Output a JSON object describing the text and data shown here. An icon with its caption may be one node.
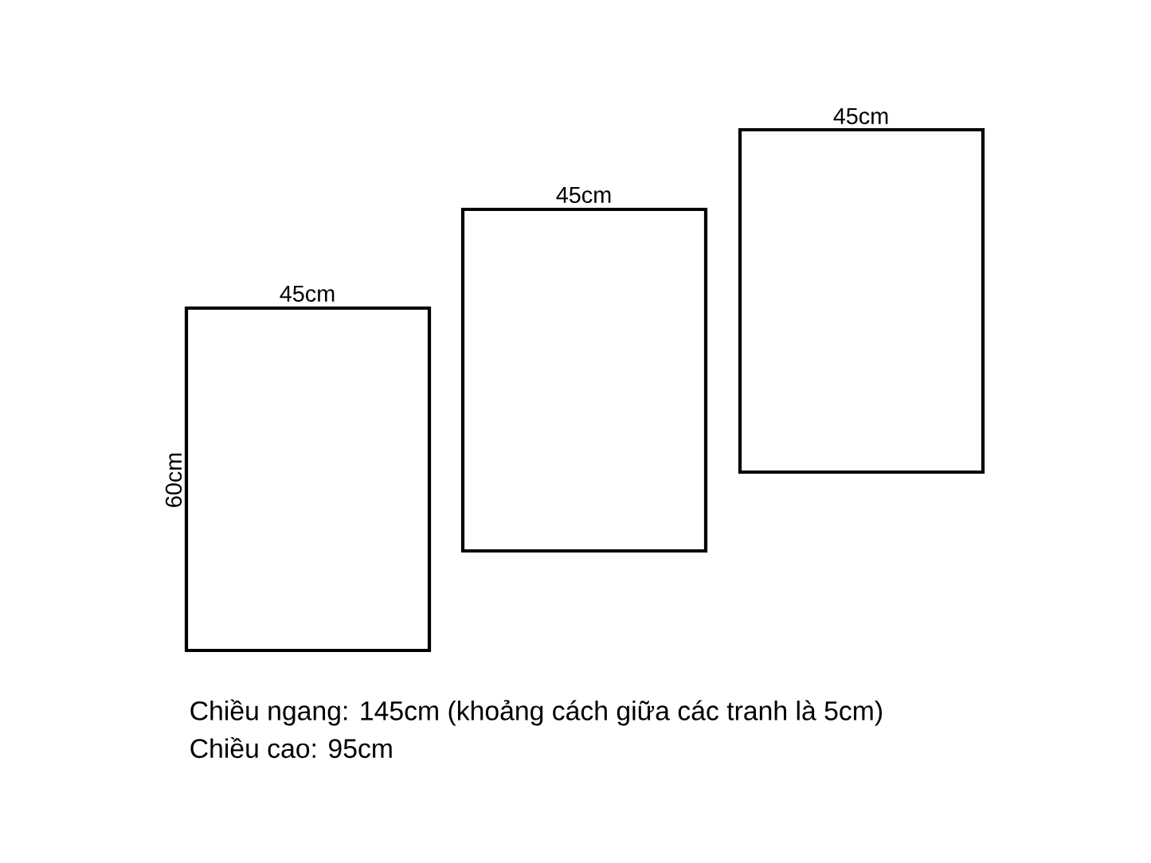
{
  "diagram": {
    "nodes": [
      {
        "text": [],
        "shape": "box"
      },
      {
        "text": [],
        "shape": "box"
      },
      {
        "text": [],
        "shape": "box"
      }
    ],
    "labels": [
      "45cm",
      "45cm",
      "45cm",
      "60cm",
      "Chiều ngang: 145cm (khoảng cách giữa các tranh là 5cm)",
      "Chiều cao: 95cm"
    ]
  }
}
